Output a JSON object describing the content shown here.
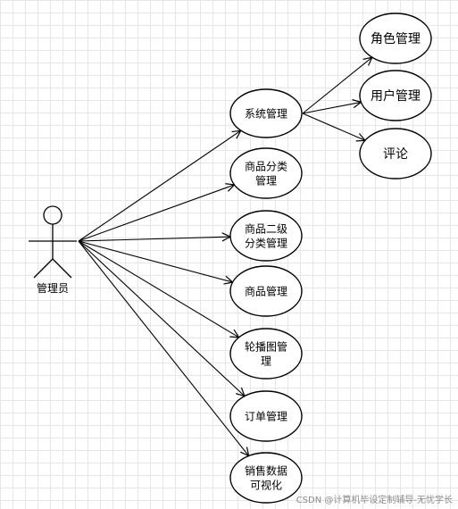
{
  "actor": {
    "label": "管理员"
  },
  "use_cases": [
    {
      "id": "system",
      "lines": [
        "系统管理"
      ]
    },
    {
      "id": "category",
      "lines": [
        "商品分类",
        "管理"
      ]
    },
    {
      "id": "subcategory",
      "lines": [
        "商品二级",
        "分类管理"
      ]
    },
    {
      "id": "product",
      "lines": [
        "商品管理"
      ]
    },
    {
      "id": "carousel",
      "lines": [
        "轮播图管",
        "理"
      ]
    },
    {
      "id": "order",
      "lines": [
        "订单管理"
      ]
    },
    {
      "id": "sales",
      "lines": [
        "销售数据",
        "可视化"
      ]
    }
  ],
  "sub_use_cases": [
    {
      "id": "role",
      "lines": [
        "角色管理"
      ]
    },
    {
      "id": "user",
      "lines": [
        "用户管理"
      ]
    },
    {
      "id": "comment",
      "lines": [
        "评论"
      ]
    }
  ],
  "watermark": "CSDN @计算机毕设定制辅导-无忧学长"
}
